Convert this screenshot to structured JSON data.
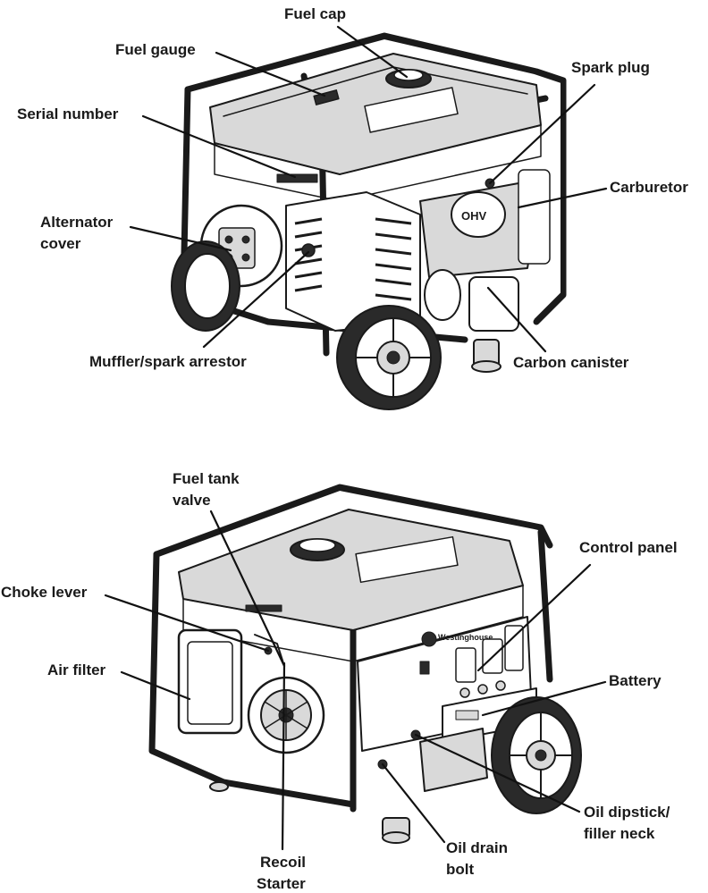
{
  "generator1": {
    "labels": {
      "fuel_cap": "Fuel cap",
      "fuel_gauge": "Fuel gauge",
      "spark_plug": "Spark plug",
      "serial_number": "Serial number",
      "carburetor": "Carburetor",
      "alternator_cover_l1": "Alternator",
      "alternator_cover_l2": "cover",
      "muffler": "Muffler/spark arrestor",
      "carbon_canister": "Carbon canister"
    },
    "engine_badge": "OHV"
  },
  "generator2": {
    "labels": {
      "fuel_tank_valve_l1": "Fuel tank",
      "fuel_tank_valve_l2": "valve",
      "control_panel": "Control panel",
      "choke_lever": "Choke lever",
      "air_filter": "Air filter",
      "battery": "Battery",
      "oil_dipstick_l1": "Oil dipstick/",
      "oil_dipstick_l2": "filler neck",
      "oil_drain_l1": "Oil drain",
      "oil_drain_l2": "bolt",
      "recoil_l1": "Recoil",
      "recoil_l2": "Starter"
    },
    "brand_badge": "Westinghouse"
  }
}
